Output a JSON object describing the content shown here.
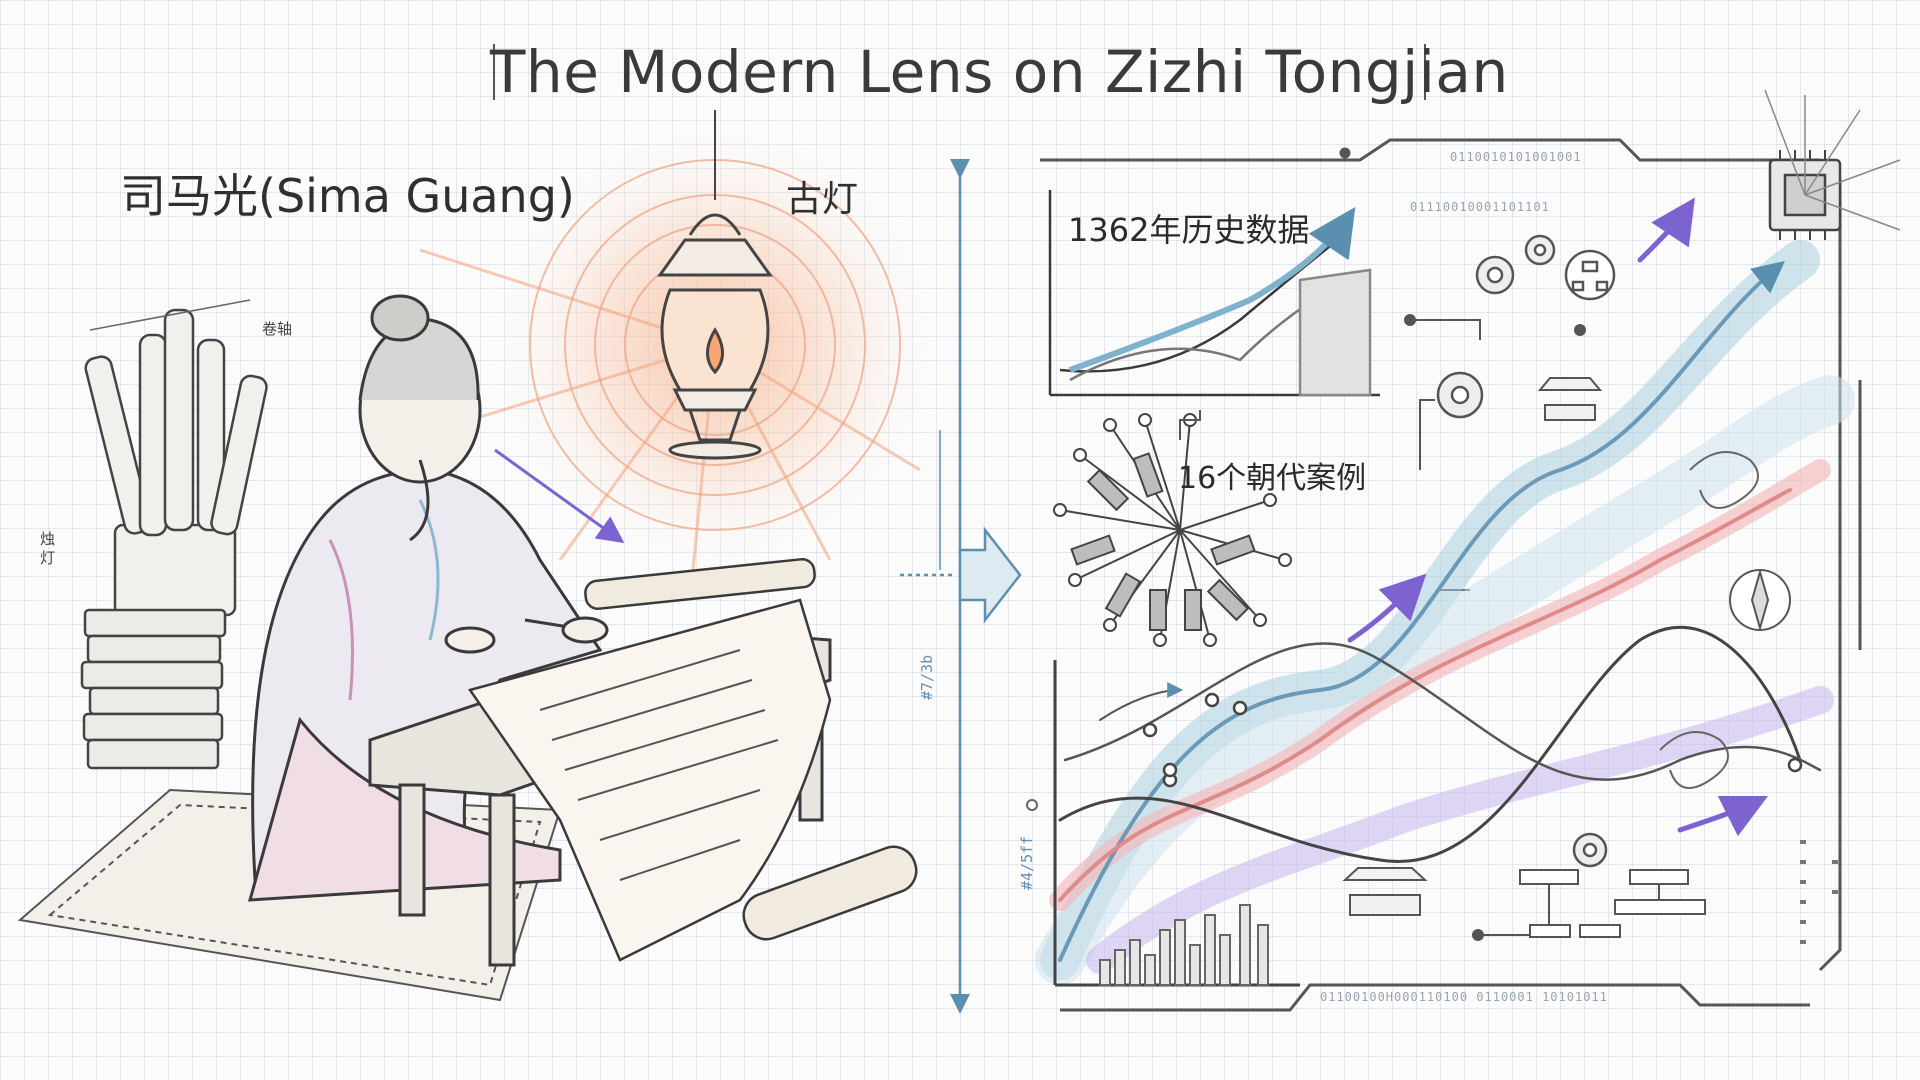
{
  "title": "The Modern Lens on Zizhi Tongjian",
  "left_panel": {
    "author_label": "司马光(Sima Guang)",
    "lamp_label": "古灯",
    "scroll_label": "卷轴",
    "lantern_side_label": "烛灯",
    "annotation_mark": "#7/3b"
  },
  "right_panel": {
    "stat_years": "1362年历史数据",
    "stat_dynasties": "16个朝代案例",
    "axis_annotation": "#4/5ff",
    "binary_strings": [
      "0110010101001001",
      "01110010001101101",
      "01100100H000110100 0110001 10101011"
    ]
  },
  "colors": {
    "line_blue": "#6a9ab8",
    "line_red": "#e08a8a",
    "line_purple": "#8b6fd6",
    "glow_orange": "#f3a27a",
    "ink": "#333333"
  }
}
